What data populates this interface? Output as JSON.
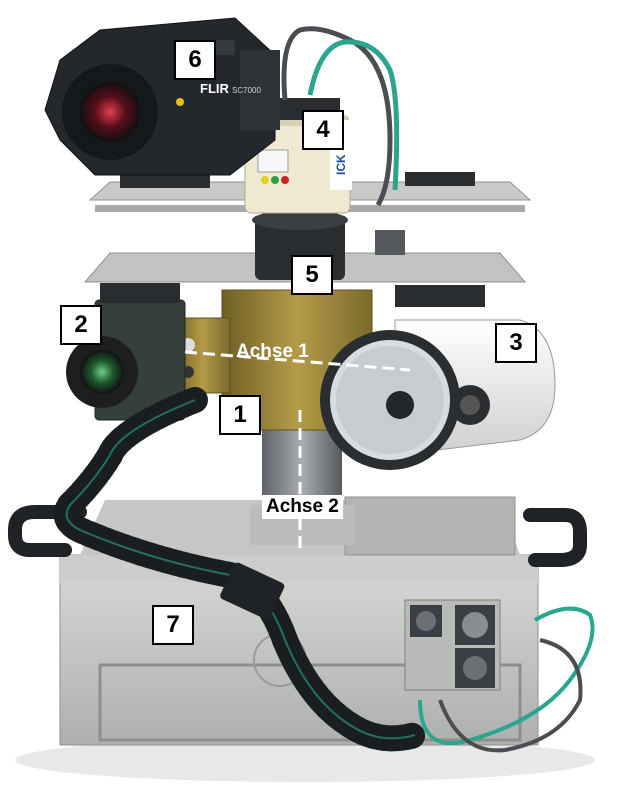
{
  "labels": {
    "n1": "1",
    "n2": "2",
    "n3": "3",
    "n4": "4",
    "n5": "5",
    "n6": "6",
    "n7": "7"
  },
  "axes": {
    "axis1": "Achse 1",
    "axis2": "Achse 2"
  },
  "device_text": {
    "camera_brand": "FLIR",
    "camera_model": "SC7000",
    "sensor_brand": "ICK"
  },
  "colors": {
    "background": "#ffffff",
    "brass": "#a08a3a",
    "dark_gray": "#2e3338",
    "aluminum": "#c8c9c6",
    "cable_teal": "#2aa58e",
    "enclosure_white": "#efefef"
  }
}
